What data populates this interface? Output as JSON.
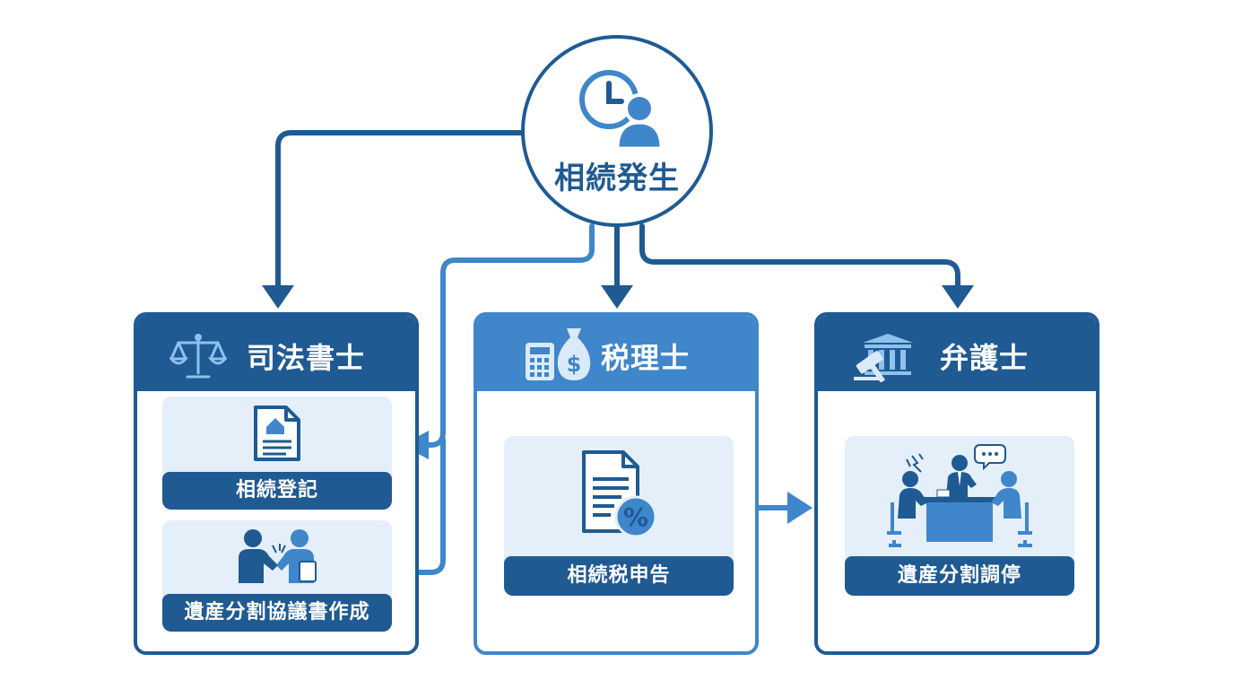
{
  "origin": {
    "label": "相続発生",
    "icon": "clock-person-icon"
  },
  "panels": [
    {
      "title": "司法書士",
      "icon": "scales-of-justice-icon",
      "tasks": [
        {
          "label": "相続登記",
          "icon": "house-document-icon"
        },
        {
          "label": "遺産分割協議書作成",
          "icon": "handshake-document-icon"
        }
      ]
    },
    {
      "title": "税理士",
      "icon": "calculator-money-bag-icon",
      "tasks": [
        {
          "label": "相続税申告",
          "icon": "percent-document-icon"
        }
      ]
    },
    {
      "title": "弁護士",
      "icon": "gavel-courthouse-icon",
      "tasks": [
        {
          "label": "遺産分割調停",
          "icon": "mediation-meeting-icon"
        }
      ]
    }
  ],
  "colors": {
    "dark_blue": "#1f5a93",
    "mid_blue": "#3f86cb",
    "card_bg": "#e4effa"
  }
}
